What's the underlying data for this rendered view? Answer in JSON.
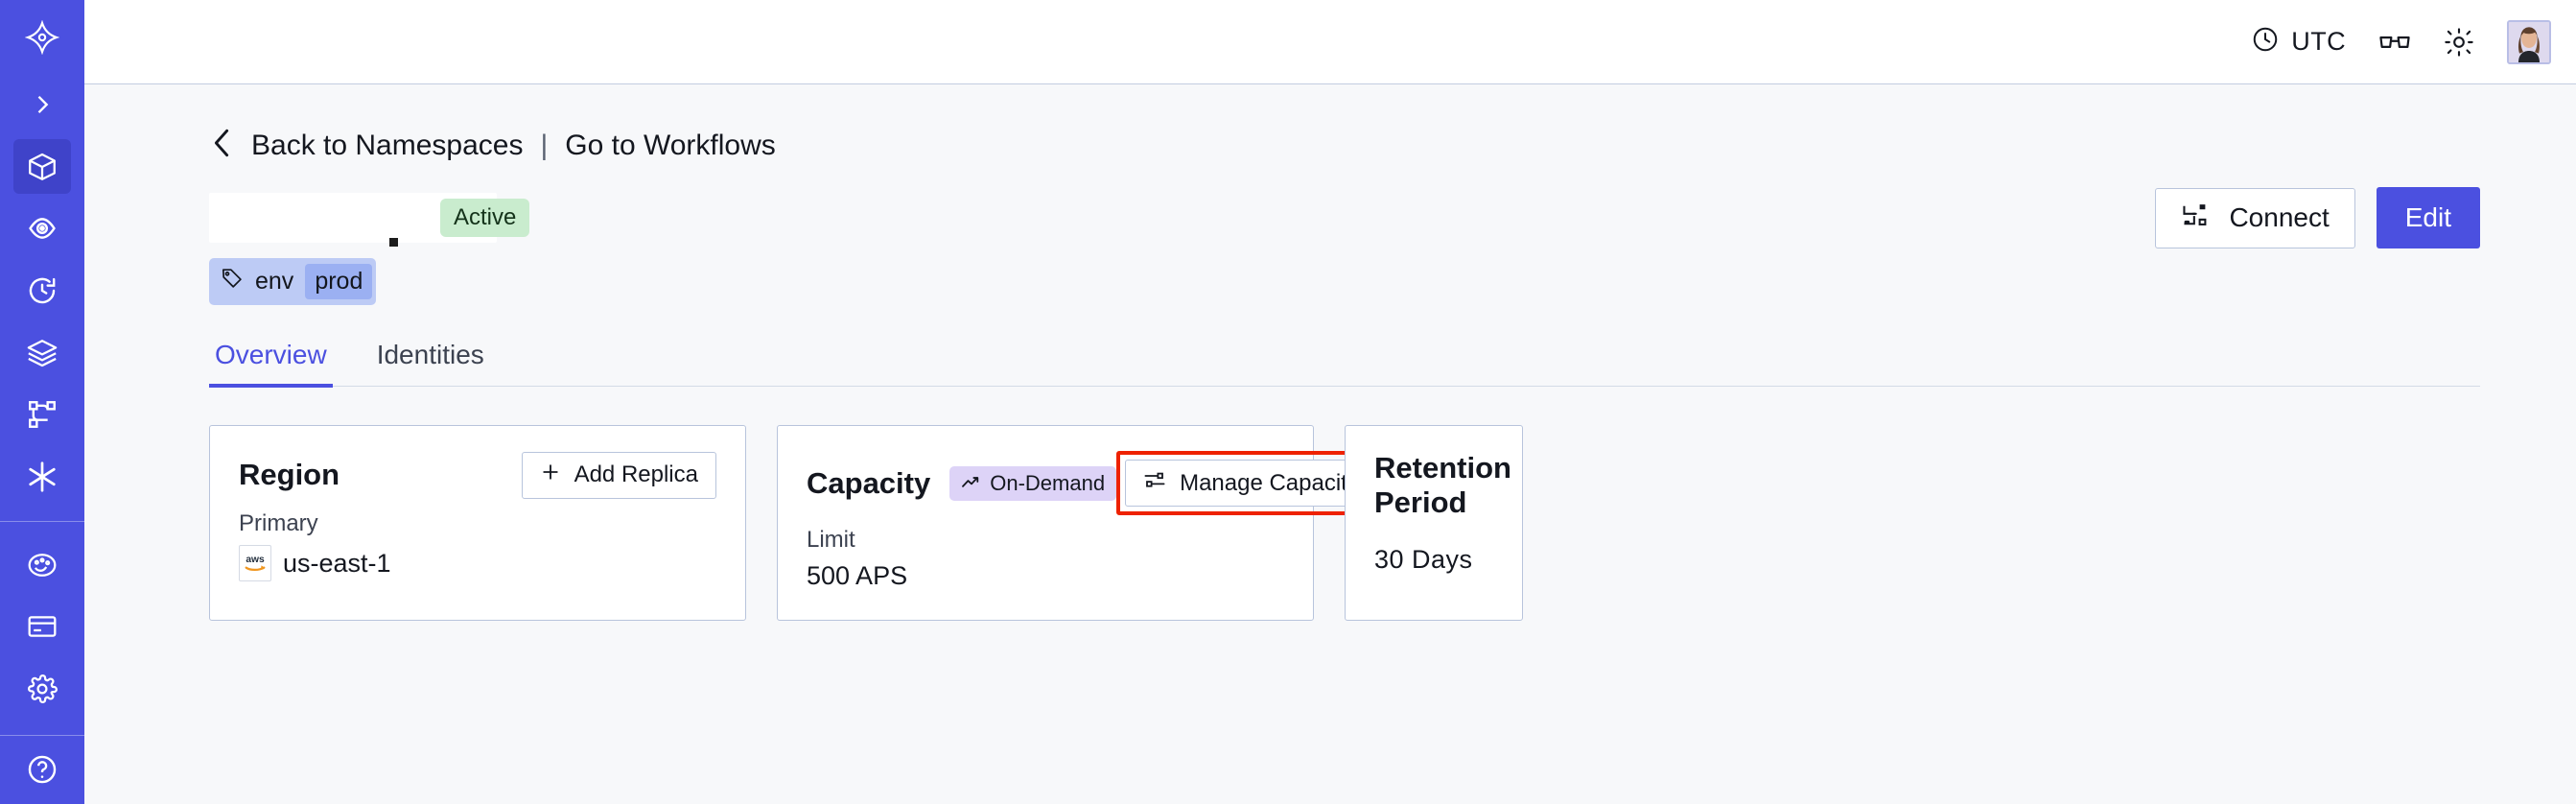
{
  "theme": {
    "brand": "#4b50e0",
    "sidebar_bg": "#4b50e0",
    "sidebar_active_bg": "#3f43c9",
    "page_bg": "#f7f8fa",
    "card_border": "#b8c4dc",
    "active_badge_bg": "#c9ecce",
    "tag_bg": "#bdcbf5",
    "tag_value_bg": "#9bb0f2",
    "ondemand_badge_bg": "#ddd3f7",
    "highlight_red": "#ee2200"
  },
  "sidebar": {
    "items": [
      {
        "icon": "temporal-logo-icon",
        "label": "Logo",
        "active": false
      },
      {
        "icon": "chevron-right-icon",
        "label": "Expand",
        "active": false
      },
      {
        "icon": "cube-icon",
        "label": "Namespaces",
        "active": true
      },
      {
        "icon": "eye-icon",
        "label": "Observability",
        "active": false
      },
      {
        "icon": "history-clock-icon",
        "label": "History",
        "active": false
      },
      {
        "icon": "layers-icon",
        "label": "Layers",
        "active": false
      },
      {
        "icon": "sitemap-icon",
        "label": "Workflows",
        "active": false
      },
      {
        "icon": "asterisk-icon",
        "label": "Integrations",
        "active": false
      }
    ],
    "items_lower": [
      {
        "icon": "palette-icon",
        "label": "Appearance",
        "active": false
      },
      {
        "icon": "billing-card-icon",
        "label": "Billing",
        "active": false
      },
      {
        "icon": "gear-icon",
        "label": "Settings",
        "active": false
      }
    ],
    "items_footer": [
      {
        "icon": "help-circle-icon",
        "label": "Help",
        "active": false
      }
    ]
  },
  "topbar": {
    "timezone_label": "UTC",
    "clock_icon": "clock-icon",
    "glasses_icon": "glasses-icon",
    "theme_icon": "sun-icon",
    "avatar_icon": "user-avatar"
  },
  "breadcrumb": {
    "back_icon": "chevron-left-icon",
    "back_label": "Back to Namespaces",
    "separator": "|",
    "link_label": "Go to Workflows"
  },
  "header": {
    "title": "",
    "title_redacted": true,
    "status_badge": "Active",
    "tag": {
      "icon": "tag-icon",
      "key": "env",
      "value": "prod"
    },
    "connect_label": "Connect",
    "connect_icon": "connect-flow-icon",
    "edit_label": "Edit"
  },
  "tabs": [
    {
      "label": "Overview",
      "active": true
    },
    {
      "label": "Identities",
      "active": false
    }
  ],
  "cards": {
    "region": {
      "title": "Region",
      "action_label": "Add Replica",
      "action_icon": "plus-icon",
      "sub_label": "Primary",
      "provider_icon": "aws-logo-icon",
      "value": "us-east-1"
    },
    "capacity": {
      "title": "Capacity",
      "badge_label": "On-Demand",
      "badge_icon": "trending-up-icon",
      "action_label": "Manage Capacity",
      "action_icon": "sliders-icon",
      "action_highlighted": true,
      "sub_label": "Limit",
      "value": "500 APS"
    },
    "retention": {
      "title": "Retention Period",
      "value": "30  Days"
    }
  }
}
